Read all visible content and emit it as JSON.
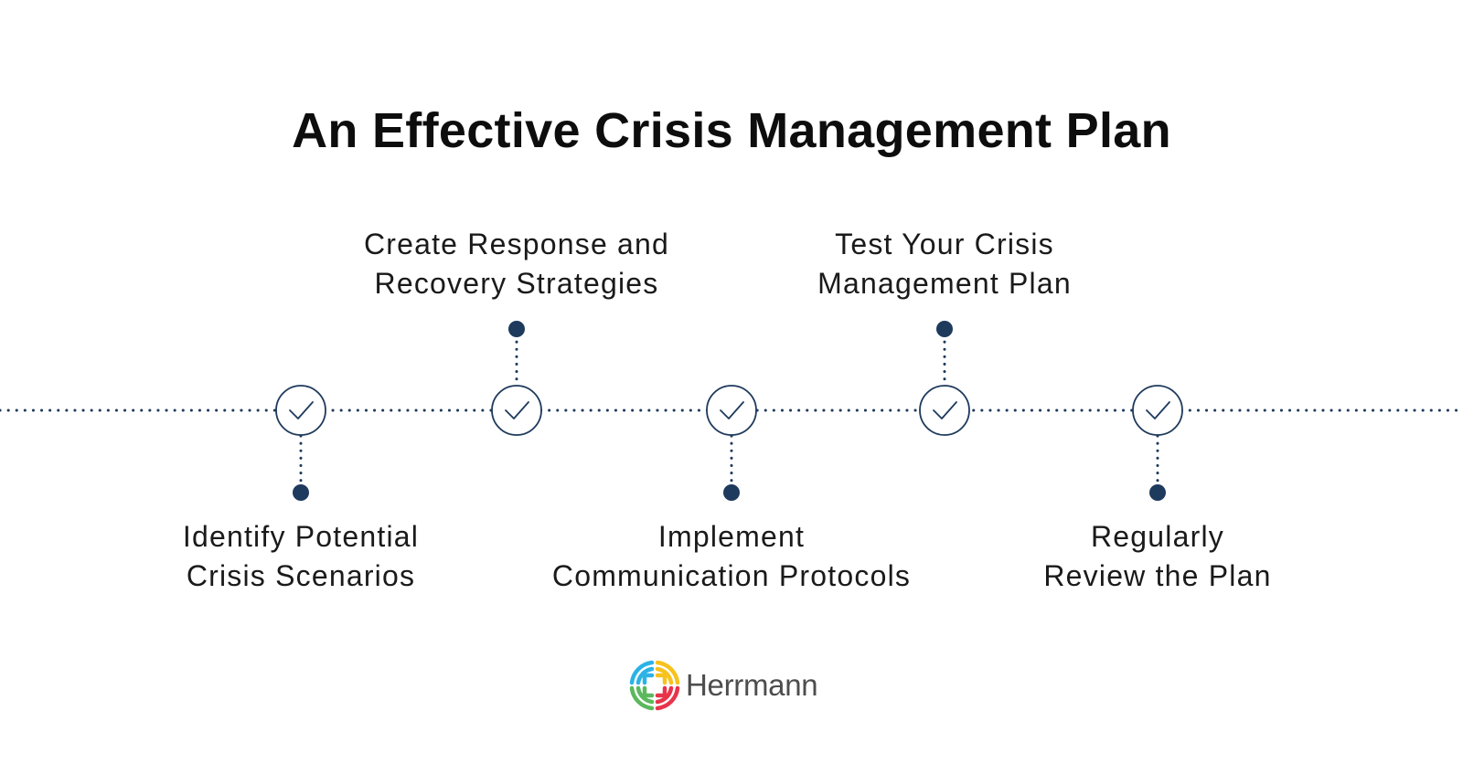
{
  "title": "An Effective Crisis Management Plan",
  "steps": [
    {
      "line1": "Identify Potential",
      "line2": "Crisis Scenarios",
      "position": "below"
    },
    {
      "line1": "Create Response and",
      "line2": "Recovery Strategies",
      "position": "above"
    },
    {
      "line1": "Implement",
      "line2": "Communication Protocols",
      "position": "below"
    },
    {
      "line1": "Test Your Crisis",
      "line2": "Management Plan",
      "position": "above"
    },
    {
      "line1": "Regularly",
      "line2": "Review the Plan",
      "position": "below"
    }
  ],
  "logo": {
    "text": "Herrmann",
    "colors": [
      "#2bb3e6",
      "#f7c21b",
      "#e8344a",
      "#5cb85c"
    ]
  },
  "colors": {
    "line": "#1e3a5c",
    "text": "#1a1a1a"
  }
}
